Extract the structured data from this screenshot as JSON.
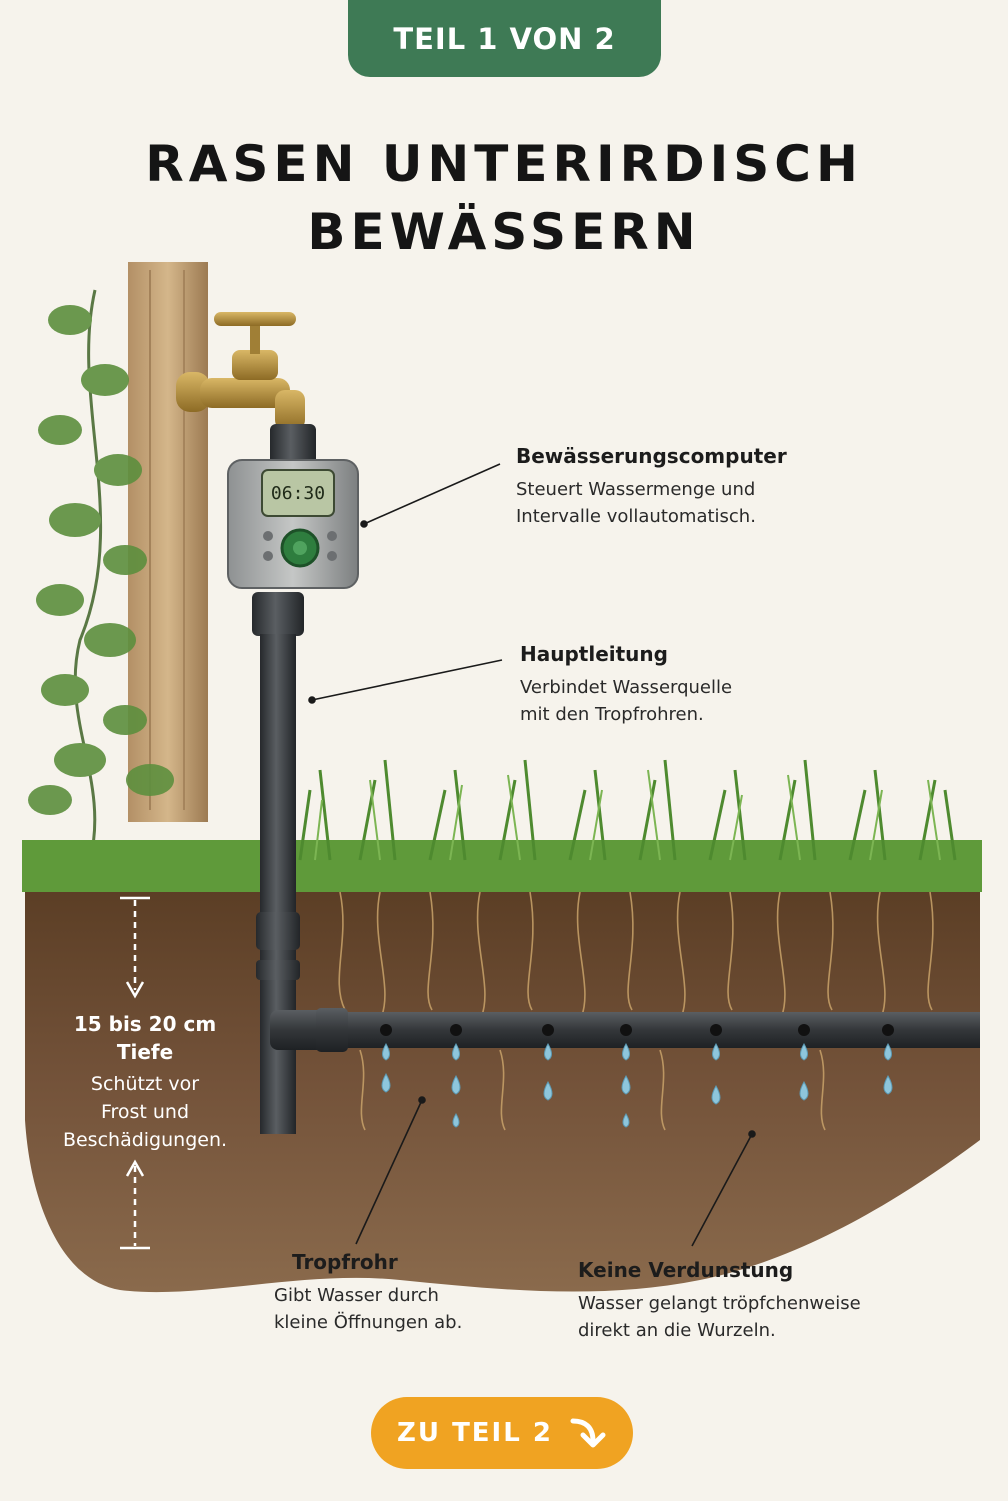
{
  "header": {
    "part_badge": "TEIL 1 VON 2"
  },
  "title": {
    "line1": "RASEN UNTERIRDISCH",
    "line2": "BEWÄSSERN"
  },
  "timer": {
    "display": "06:30"
  },
  "labels": {
    "computer": {
      "heading": "Bewässerungscomputer",
      "line1": "Steuert Wassermenge und",
      "line2": "Intervalle vollautomatisch."
    },
    "main_line": {
      "heading": "Hauptleitung",
      "line1": "Verbindet Wasserquelle",
      "line2": "mit den Tropfrohren."
    },
    "drip_pipe": {
      "heading": "Tropfrohr",
      "line1": "Gibt Wasser durch",
      "line2": "kleine Öffnungen ab."
    },
    "no_evaporation": {
      "heading": "Keine Verdunstung",
      "line1": "Wasser gelangt tröpfchenweise",
      "line2": "direkt an die Wurzeln."
    }
  },
  "depth": {
    "heading_line1": "15 bis 20 cm",
    "heading_line2": "Tiefe",
    "line1": "Schützt vor",
    "line2": "Frost und",
    "line3": "Beschädigungen."
  },
  "cta": {
    "label": "ZU TEIL 2"
  },
  "colors": {
    "badge_green": "#3e7a55",
    "cta_orange": "#f0a322",
    "soil": "#6b4a2e",
    "grass": "#5f9a3a",
    "pipe": "#3a3d40",
    "brass": "#b8923a",
    "water": "#8ec6dc"
  }
}
